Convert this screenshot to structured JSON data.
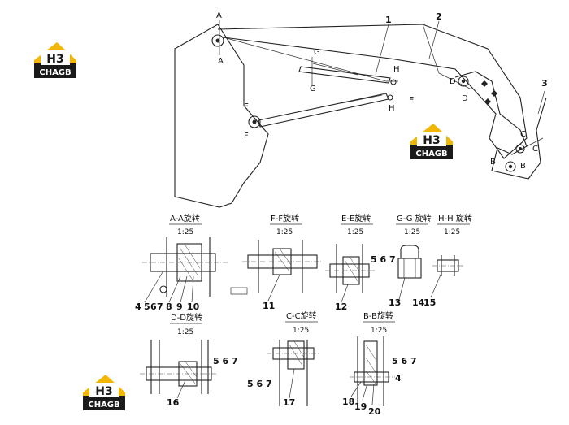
{
  "logo": {
    "mark": "H3",
    "caption": "CHAGB"
  },
  "main_view": {
    "section_marks": [
      "A",
      "A",
      "G",
      "G",
      "H",
      "H",
      "E",
      "F",
      "F",
      "D",
      "D",
      "C",
      "C",
      "B",
      "B"
    ],
    "callouts": [
      "1",
      "2",
      "3"
    ]
  },
  "sections": [
    {
      "title": "A-A旋转",
      "scale": "1:25",
      "callouts": [
        "4",
        "5",
        "6",
        "7",
        "8",
        "9",
        "10"
      ]
    },
    {
      "title": "F-F旋转",
      "scale": "1:25",
      "callouts": [
        "11"
      ]
    },
    {
      "title": "E-E旋转",
      "scale": "1:25",
      "callouts": [
        "5 6 7",
        "12"
      ]
    },
    {
      "title": "G-G 旋转",
      "scale": "1:25",
      "callouts": [
        "13"
      ]
    },
    {
      "title": "H-H 旋转",
      "scale": "1:25",
      "callouts": [
        "14",
        "15"
      ]
    },
    {
      "title": "D-D旋转",
      "scale": "1:25",
      "callouts": [
        "5 6 7",
        "16"
      ]
    },
    {
      "title": "C-C旋转",
      "scale": "1:25",
      "callouts": [
        "5 6 7",
        "17"
      ]
    },
    {
      "title": "B-B旋转",
      "scale": "1:25",
      "callouts": [
        "5 6 7",
        "4",
        "18",
        "19",
        "20"
      ]
    }
  ]
}
